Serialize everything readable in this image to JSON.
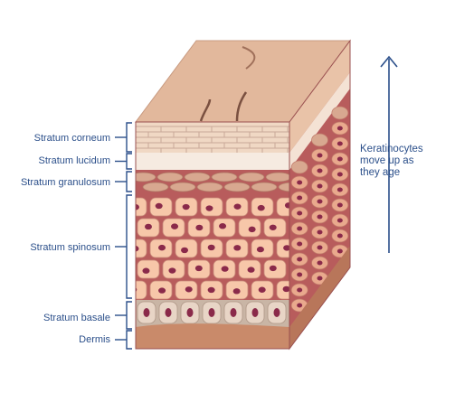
{
  "layers": [
    {
      "id": "corneum",
      "label": "Stratum corneum"
    },
    {
      "id": "lucidum",
      "label": "Stratum lucidum"
    },
    {
      "id": "granulosum",
      "label": "Stratum granulosum"
    },
    {
      "id": "spinosum",
      "label": "Stratum spinosum"
    },
    {
      "id": "basale",
      "label": "Stratum basale"
    },
    {
      "id": "dermis",
      "label": "Dermis"
    }
  ],
  "annotation": {
    "line1": "Keratinocytes",
    "line2": "move up as",
    "line3": "they age"
  },
  "colors": {
    "label": "#2b4f8a",
    "bracket": "#2b4f8a",
    "top_surface": "#e2b89c",
    "corneum": "#f0d8c4",
    "lucidum": "#f6ebe1",
    "granular": "#d8a890",
    "matrix": "#b85c5c",
    "cell": "#f7c7a9",
    "nucleus": "#8a2a4a",
    "basale": "#c9b5a5",
    "dermis": "#c98a6a",
    "side_face": "#e9a98d"
  }
}
